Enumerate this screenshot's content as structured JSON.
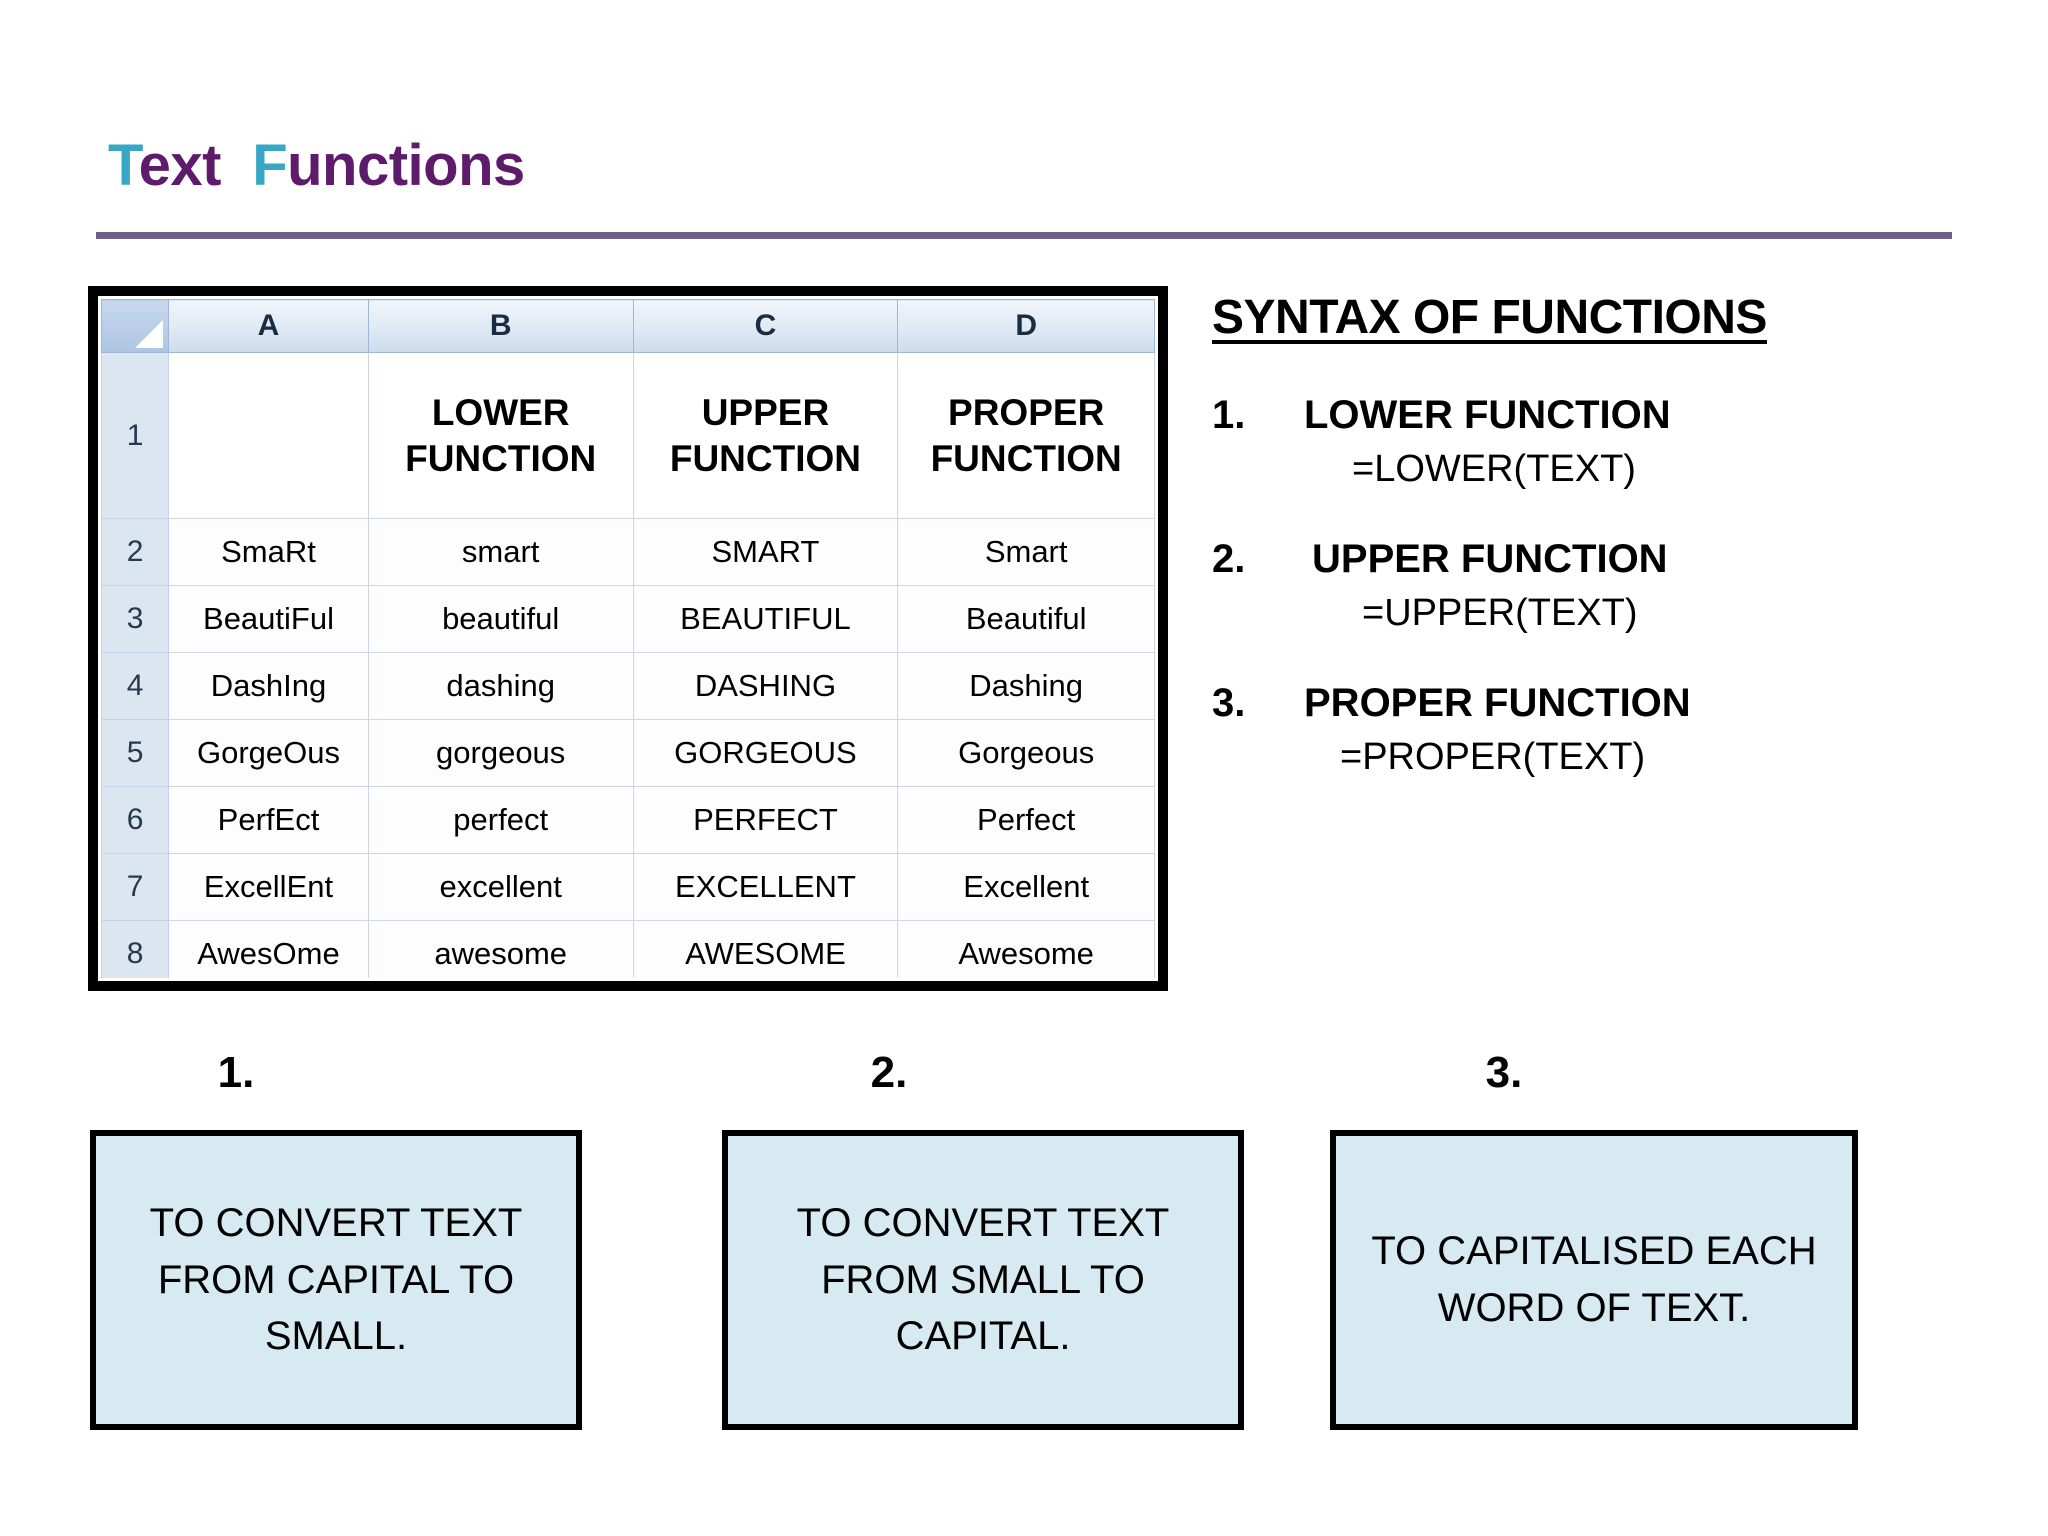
{
  "title": {
    "part1_accent": "T",
    "part1_main": "ext",
    "part2_accent": "F",
    "part2_main": "unctions",
    "accent_color": "#37a7c4",
    "main_color": "#5f1b6b",
    "rule_color": "#6e5f8d"
  },
  "spreadsheet": {
    "column_headers": [
      "A",
      "B",
      "C",
      "D"
    ],
    "row_numbers": [
      "1",
      "2",
      "3",
      "4",
      "5",
      "6",
      "7",
      "8"
    ],
    "header_row": {
      "A": "",
      "B": "LOWER FUNCTION",
      "C": "UPPER FUNCTION",
      "D": "PROPER FUNCTION"
    },
    "rows": [
      {
        "num": "2",
        "A": "SmaRt",
        "B": "smart",
        "C": "SMART",
        "D": "Smart"
      },
      {
        "num": "3",
        "A": "BeautiFul",
        "B": "beautiful",
        "C": "BEAUTIFUL",
        "D": "Beautiful"
      },
      {
        "num": "4",
        "A": "DashIng",
        "B": "dashing",
        "C": "DASHING",
        "D": "Dashing"
      },
      {
        "num": "5",
        "A": "GorgeOus",
        "B": "gorgeous",
        "C": "GORGEOUS",
        "D": "Gorgeous"
      },
      {
        "num": "6",
        "A": "PerfEct",
        "B": "perfect",
        "C": "PERFECT",
        "D": "Perfect"
      },
      {
        "num": "7",
        "A": "ExcellEnt",
        "B": "excellent",
        "C": "EXCELLENT",
        "D": "Excellent"
      },
      {
        "num": "8",
        "A": "AwesOme",
        "B": "awesome",
        "C": "AWESOME",
        "D": "Awesome"
      }
    ]
  },
  "syntax": {
    "heading": "SYNTAX OF FUNCTIONS",
    "items": [
      {
        "number": "1.",
        "name": "LOWER FUNCTION",
        "formula": "=LOWER(TEXT)"
      },
      {
        "number": "2.",
        "name": "UPPER FUNCTION",
        "formula": "=UPPER(TEXT)"
      },
      {
        "number": "3.",
        "name": "PROPER FUNCTION",
        "formula": "=PROPER(TEXT)"
      }
    ]
  },
  "descriptions": {
    "fill_color": "#d7eaf1",
    "items": [
      {
        "number": "1.",
        "text": "TO CONVERT TEXT FROM CAPITAL TO SMALL."
      },
      {
        "number": "2.",
        "text": "TO CONVERT TEXT FROM SMALL TO CAPITAL."
      },
      {
        "number": "3.",
        "text": "TO CAPITALISED EACH WORD OF TEXT."
      }
    ]
  }
}
